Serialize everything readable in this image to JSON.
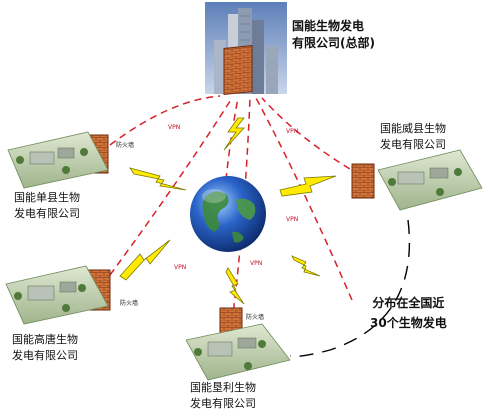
{
  "headquarters": {
    "line1": "国能生物发电",
    "line2": "有限公司(总部)"
  },
  "nodes": {
    "shanxian": {
      "line1": "国能单县生物",
      "line2": "发电有限公司",
      "device_label": "防火墙"
    },
    "weixian": {
      "line1": "国能威县生物",
      "line2": "发电有限公司"
    },
    "gaotang": {
      "line1": "国能高唐生物",
      "line2": "发电有限公司",
      "device_label": "防火墙"
    },
    "kenli": {
      "line1": "国能垦利生物",
      "line2": "发电有限公司",
      "device_label": "防火墙"
    }
  },
  "vpn_labels": [
    "VPN",
    "VPN",
    "VPN",
    "VPN",
    "VPN"
  ],
  "summary": {
    "line1": "分布在全国近",
    "line2": "30个生物发电"
  },
  "colors": {
    "vpn_line": "#d8202a",
    "bolt": "#ffea00",
    "firewall": "#c8642a",
    "globe": "#1f4fb0",
    "solid_line": "#000000"
  }
}
